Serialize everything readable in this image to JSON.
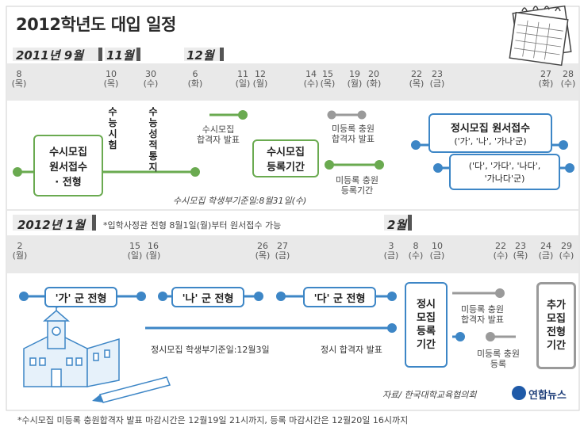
{
  "title": "2012학년도 대입 일정",
  "months_top": [
    "2011년 9월",
    "11월",
    "12월"
  ],
  "dates_top": [
    {
      "d": "8",
      "w": "(목)"
    },
    {
      "d": "10",
      "w": "(목)"
    },
    {
      "d": "30",
      "w": "(수)"
    },
    {
      "d": "6",
      "w": "(화)"
    },
    {
      "d": "11",
      "w": "(일)"
    },
    {
      "d": "12",
      "w": "(월)"
    },
    {
      "d": "14",
      "w": "(수)"
    },
    {
      "d": "15",
      "w": "(목)"
    },
    {
      "d": "19",
      "w": "(월)"
    },
    {
      "d": "20",
      "w": "(화)"
    },
    {
      "d": "22",
      "w": "(목)"
    },
    {
      "d": "23",
      "w": "(금)"
    },
    {
      "d": "27",
      "w": "(화)"
    },
    {
      "d": "28",
      "w": "(수)"
    }
  ],
  "top_events": {
    "susi_apply": [
      "수시모집",
      "원서접수",
      "· 전형"
    ],
    "suneung_exam": "수능시험",
    "suneung_report": "수능성적통지",
    "susi_pass": [
      "수시모집",
      "합격자 발표"
    ],
    "susi_register": [
      "수시모집",
      "등록기간"
    ],
    "unreg_pass": [
      "미등록 충원",
      "합격자 발표"
    ],
    "unreg_register": [
      "미등록 충원",
      "등록기간"
    ],
    "jeongsi_apply": "정시모집 원서접수",
    "groups_1": "('가', '나', '가나'군)",
    "groups_2": [
      "('다', '가다', '나다',",
      "'가나다'군)"
    ],
    "susi_deadline": "수시모집 학생부기준일:8월31일(수)"
  },
  "months_bottom": [
    "2012년 1월",
    "2월"
  ],
  "admission_note": "*입학사정관 전형 8월1일(월)부터 원서접수 가능",
  "dates_bottom": [
    {
      "d": "2",
      "w": "(월)"
    },
    {
      "d": "15",
      "w": "(일)"
    },
    {
      "d": "16",
      "w": "(월)"
    },
    {
      "d": "26",
      "w": "(목)"
    },
    {
      "d": "27",
      "w": "(금)"
    },
    {
      "d": "3",
      "w": "(금)"
    },
    {
      "d": "8",
      "w": "(수)"
    },
    {
      "d": "10",
      "w": "(금)"
    },
    {
      "d": "22",
      "w": "(수)"
    },
    {
      "d": "23",
      "w": "(목)"
    },
    {
      "d": "24",
      "w": "(금)"
    },
    {
      "d": "29",
      "w": "(수)"
    }
  ],
  "bottom_events": {
    "ga_group": "'가' 군 전형",
    "na_group": "'나' 군 전형",
    "da_group": "'다' 군 전형",
    "jeongsi_register": [
      "정시",
      "모집",
      "등록",
      "기간"
    ],
    "unreg_pass": [
      "미등록 충원",
      "합격자 발표"
    ],
    "unreg_register": [
      "미등록 충원",
      "등록"
    ],
    "extra": [
      "추가",
      "모집",
      "전형",
      "기간"
    ],
    "jeongsi_deadline": "정시모집 학생부기준일:12월3일",
    "jeongsi_pass": "정시 합격자 발표"
  },
  "source": "자료/ 한국대학교육협의회",
  "logo": "연합뉴스",
  "footnote": "*수시모집 미등록 충원합격자 발표 마감시간은 12월19일 21시까지, 등록 마감시간은 12월20일 16시까지",
  "colors": {
    "green": "#6aaa50",
    "blue": "#3d86c6",
    "gray": "#9a9a9a",
    "band": "#e9e9e9"
  }
}
